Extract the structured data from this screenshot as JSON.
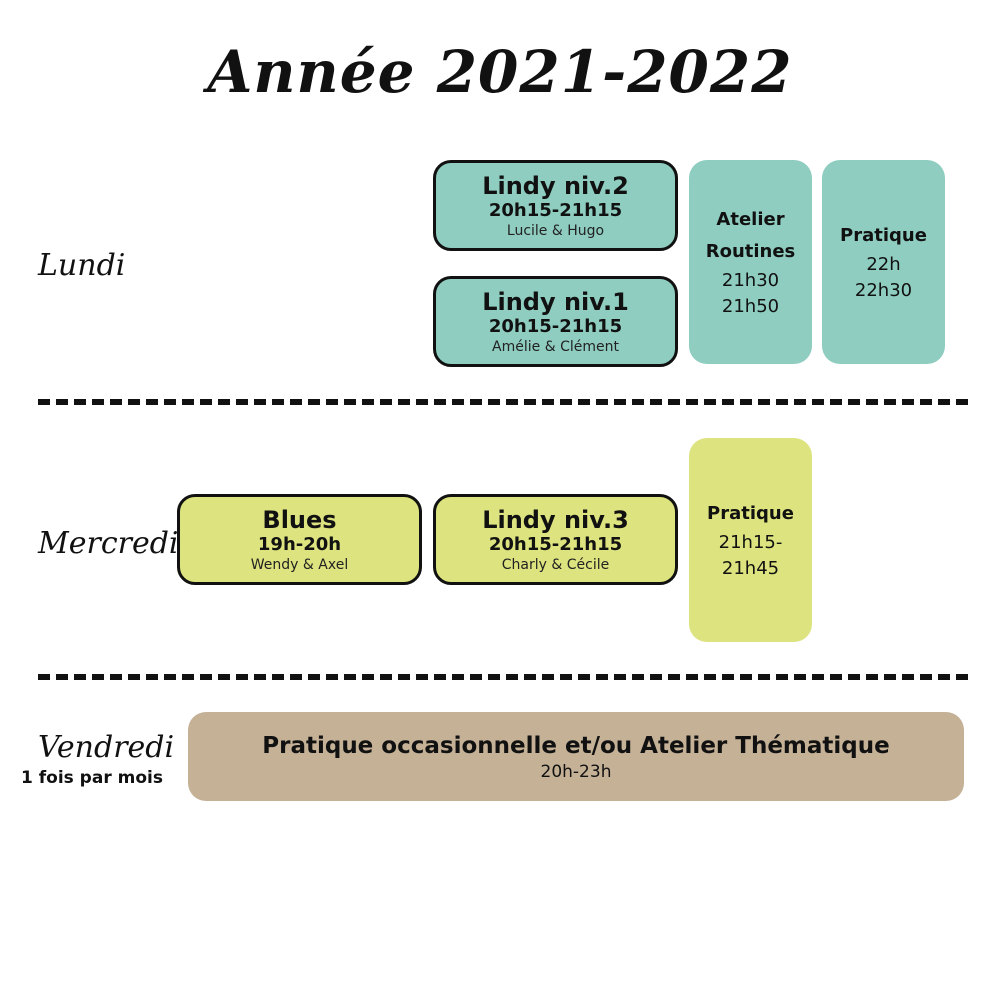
{
  "title": "Année 2021-2022",
  "colors": {
    "lundi": "#8ecdc0",
    "mercredi": "#dde37e",
    "vendredi": "#c4b196",
    "outline": "#111111"
  },
  "days": {
    "lundi": {
      "label": "Lundi"
    },
    "mercredi": {
      "label": "Mercredi"
    },
    "vendredi": {
      "label": "Vendredi",
      "sub": "1 fois par mois"
    }
  },
  "lundi": {
    "niv2": {
      "title": "Lindy niv.2",
      "time": "20h15-21h15",
      "people": "Lucile & Hugo"
    },
    "niv1": {
      "title": "Lindy niv.1",
      "time": "20h15-21h15",
      "people": "Amélie & Clément"
    },
    "atelier": {
      "title_line1": "Atelier",
      "title_line2": "Routines",
      "time_line1": "21h30",
      "time_line2": "21h50"
    },
    "pratique": {
      "title": "Pratique",
      "time_line1": "22h",
      "time_line2": "22h30"
    }
  },
  "mercredi": {
    "blues": {
      "title": "Blues",
      "time": "19h-20h",
      "people": "Wendy & Axel"
    },
    "niv3": {
      "title": "Lindy niv.3",
      "time": "20h15-21h15",
      "people": "Charly & Cécile"
    },
    "pratique": {
      "title": "Pratique",
      "time_line1": "21h15-",
      "time_line2": "21h45"
    }
  },
  "vendredi": {
    "event": {
      "title": "Pratique occasionnelle et/ou Atelier Thématique",
      "time": "20h-23h"
    }
  }
}
